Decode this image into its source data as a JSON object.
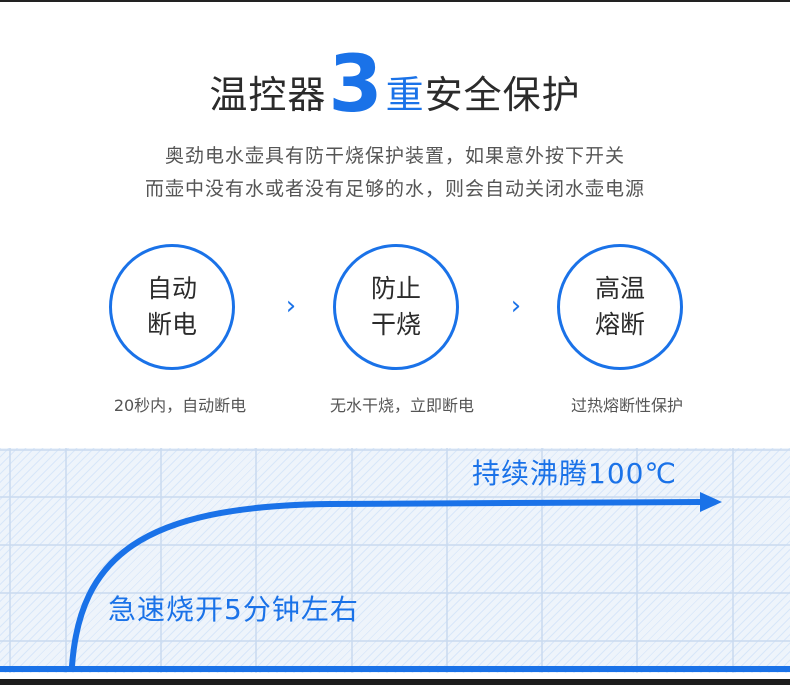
{
  "title": {
    "part1": "温控器",
    "number": "3",
    "part2": "重",
    "part3": "安全保护"
  },
  "description": {
    "line1": "奥劲电水壶具有防干烧保护装置，如果意外按下开关",
    "line2": "而壶中没有水或者没有足够的水，则会自动关闭水壶电源"
  },
  "features": [
    {
      "line1": "自动",
      "line2": "断电",
      "caption": "20秒内，自动断电"
    },
    {
      "line1": "防止",
      "line2": "干烧",
      "caption": "无水干烧，立即断电"
    },
    {
      "line1": "高温",
      "line2": "熔断",
      "caption": "过热熔断性保护"
    }
  ],
  "chevron": "›",
  "graph": {
    "label_boil": "持续沸腾100℃",
    "label_fast": "急速烧开5分钟左右"
  },
  "colors": {
    "accent": "#1a72e8",
    "grid_background": "#eef4fb",
    "text": "#2b2b2b"
  }
}
